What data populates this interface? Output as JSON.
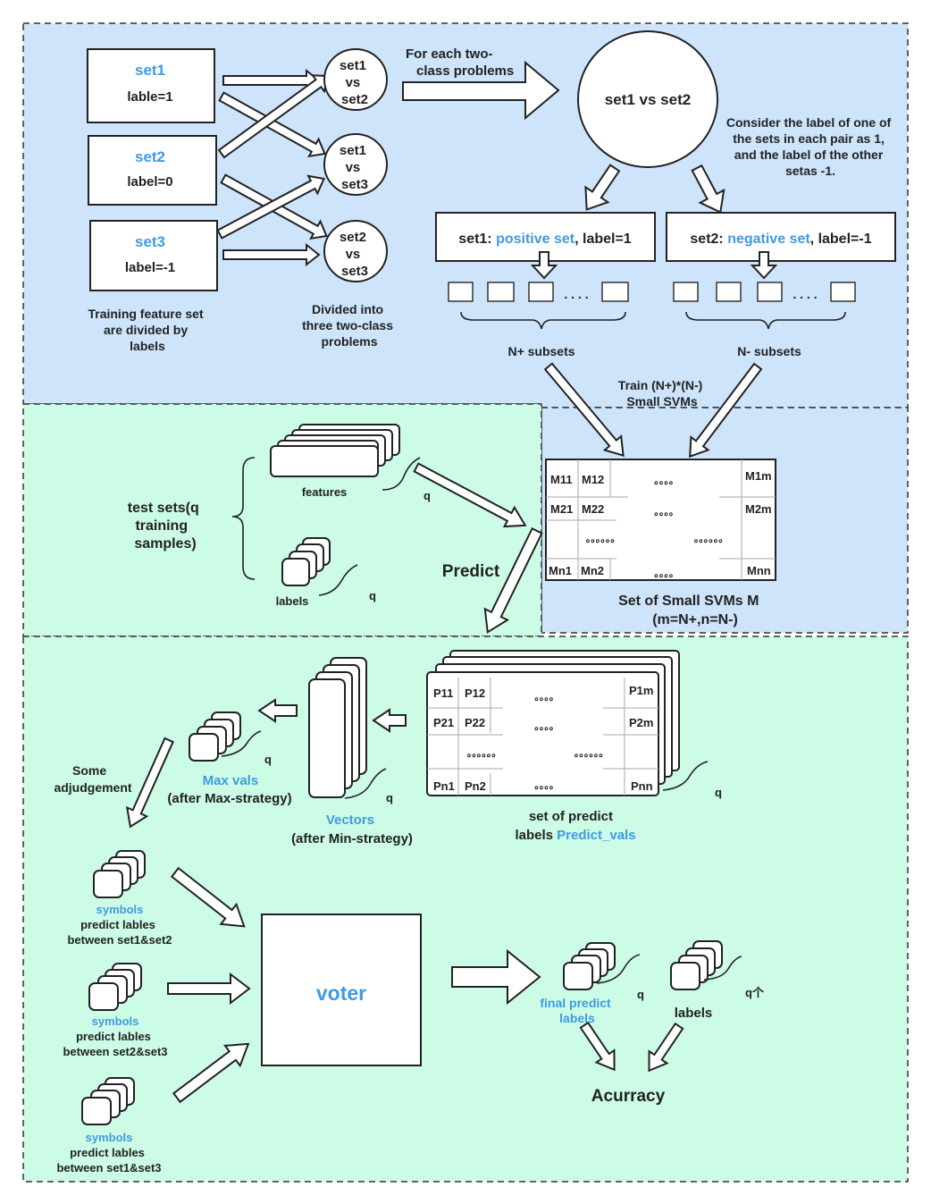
{
  "colors": {
    "blue_region": "#cde4fb",
    "green_region": "#ccfbe6",
    "accent": "#3f9be0"
  },
  "top": {
    "set1_name": "set1",
    "set1_label": "lable=1",
    "set2_name": "set2",
    "set2_label": "label=0",
    "set3_name": "set3",
    "set3_label": "label=-1",
    "caption_left": [
      "Training feature set",
      "are divided by",
      "labels"
    ],
    "pairs": [
      [
        "set1",
        "vs",
        "set2"
      ],
      [
        "set1",
        "vs",
        "set3"
      ],
      [
        "set2",
        "vs",
        "set3"
      ]
    ],
    "caption_mid": [
      "Divided into",
      "three two-class",
      "problems"
    ],
    "for_each": [
      "For each two-",
      "class problems"
    ],
    "big_circle": "set1 vs set2",
    "consider": [
      "Consider the label of one of",
      "the sets in each pair as 1,",
      "and the label of the other",
      "setas -1."
    ],
    "pos_prefix": "set1: ",
    "pos_word": "positive set",
    "pos_suffix": ", label=1",
    "neg_prefix": "set2: ",
    "neg_word": "negative set",
    "neg_suffix": ", label=-1",
    "dots": ". . . .",
    "n_plus": "N+ subsets",
    "n_minus": "N- subsets",
    "train": [
      "Train (N+)*(N-)",
      "Small SVMs"
    ]
  },
  "svm_matrix": {
    "cells": [
      "M11",
      "M12",
      "M1m",
      "M21",
      "M22",
      "M2m",
      "Mn1",
      "Mn2",
      "Mnn"
    ],
    "dots_short": "。。。。",
    "dots_long": "。。。。。。",
    "caption": [
      "Set of Small SVMs M",
      "(m=N+,n=N-)"
    ]
  },
  "test": {
    "title": [
      "test sets(q",
      "training",
      "samples)"
    ],
    "features": "features",
    "labels": "labels",
    "q": "q",
    "predict": "Predict"
  },
  "predict_matrix": {
    "cells": [
      "P11",
      "P12",
      "P1m",
      "P21",
      "P22",
      "P2m",
      "Pn1",
      "Pn2",
      "Pnn"
    ],
    "q": "q",
    "caption_line1": "set of predict",
    "caption_line2_prefix": "labels ",
    "caption_line2_blue": "Predict_vals"
  },
  "vectors": {
    "title": "Vectors",
    "sub": "(after Min-strategy)",
    "q": "q"
  },
  "maxvals": {
    "title": "Max vals",
    "sub": "(after Max-strategy)",
    "q": "q"
  },
  "adjudgement": [
    "Some",
    "adjudgement"
  ],
  "symbols": [
    {
      "title": "symbols",
      "line1": "predict lables",
      "line2": "between set1&set2"
    },
    {
      "title": "symbols",
      "line1": "predict lables",
      "line2": "between set2&set3"
    },
    {
      "title": "symbols",
      "line1": "predict lables",
      "line2": "between set1&set3"
    }
  ],
  "voter": "voter",
  "final": {
    "title": [
      "final predict",
      "labels"
    ],
    "q": "q",
    "labels": "labels",
    "q2": "q个",
    "accuracy": "Acurracy"
  }
}
